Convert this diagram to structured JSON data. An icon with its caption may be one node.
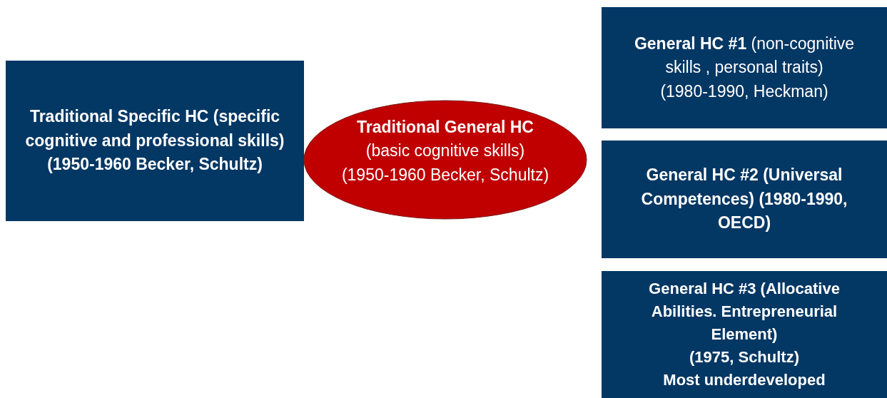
{
  "diagram": {
    "nodes": [
      {
        "text": [
          "Traditional Specific HC (specific cognitive and professional skills) (1950-1960 Becker, Schultz)"
        ]
      },
      {
        "text": [
          "Traditional General HC",
          "(basic cognitive skills)",
          "(1950-1960 Becker, Schultz)"
        ]
      },
      {
        "text": [
          "**General HC #1** (non-cognitive skills , personal traits)",
          "(1980-1990, Heckman)"
        ]
      },
      {
        "text": [
          "General HC #2 (Universal Competences) (1980-1990, OECD)"
        ]
      },
      {
        "text": [
          "General HC #3 (Allocative Abilities. Entrepreneurial Element)",
          "(1975, Schultz)",
          "Most underdeveloped"
        ]
      }
    ]
  }
}
